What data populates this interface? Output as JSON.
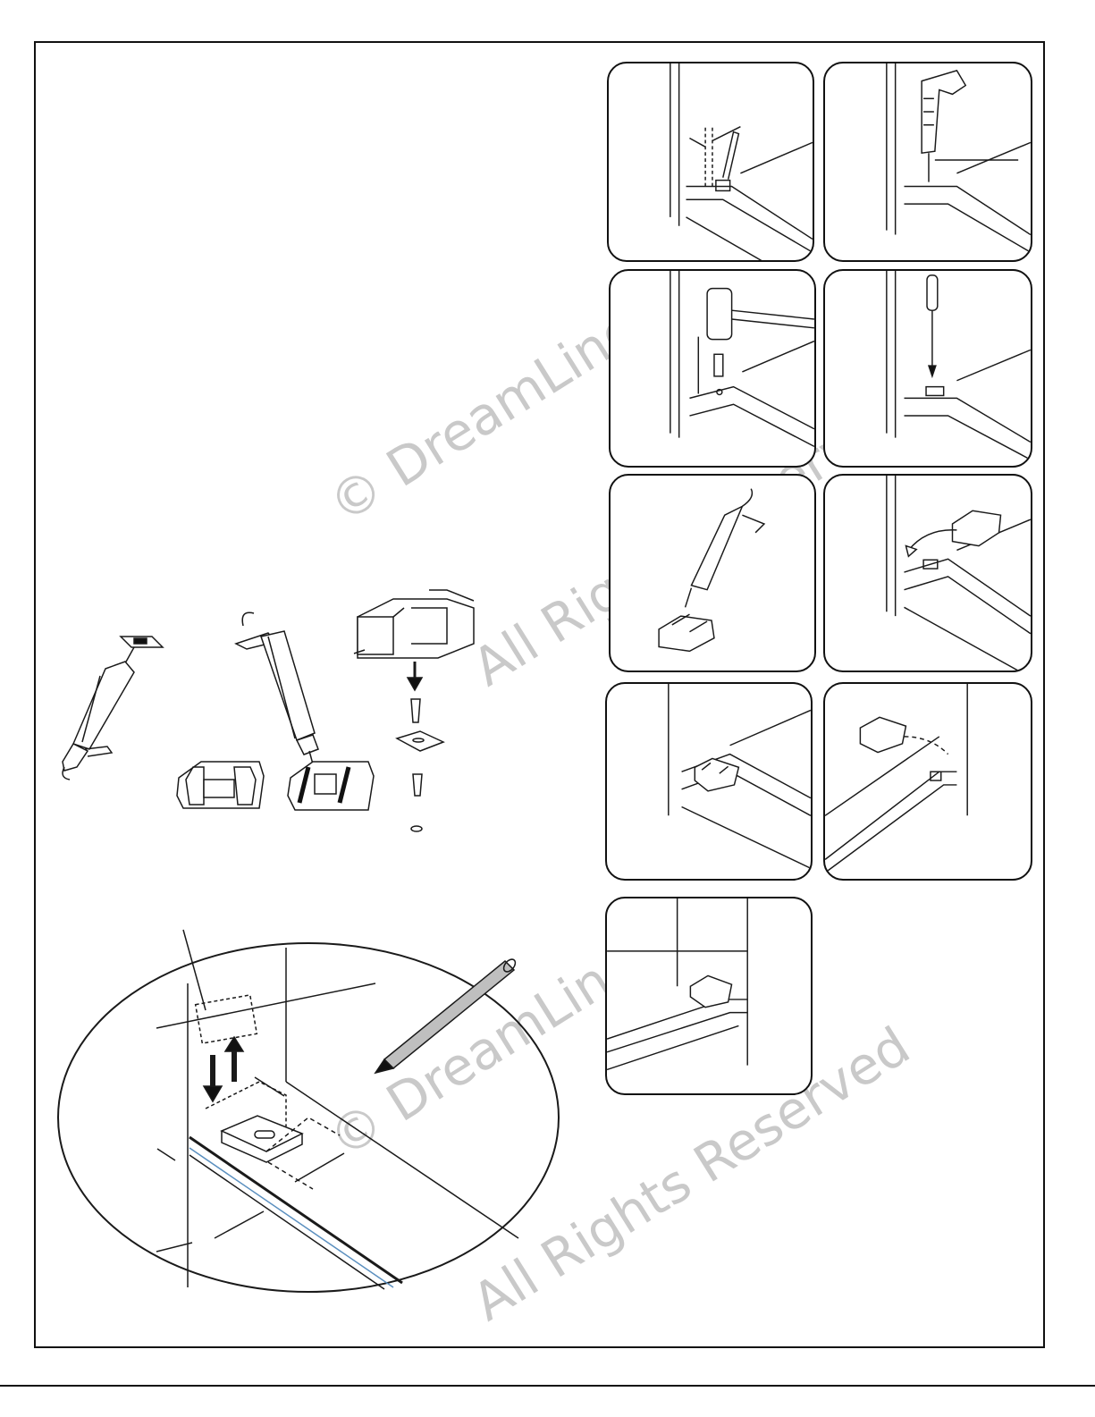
{
  "document": {
    "border_color": "#111111",
    "line_color": "#1a1a1a",
    "watermark_color": "#c9c9c9"
  },
  "watermarks": [
    {
      "line1": "© DreamLine",
      "line2": "All Rights Reserved"
    },
    {
      "line1": "© DreamLine",
      "line2": "All Rights Reserved"
    }
  ],
  "panels": [
    {
      "name": "step-measure-panel",
      "icon": "pencil-mark-icon"
    },
    {
      "name": "step-drill-panel",
      "icon": "drill-icon"
    },
    {
      "name": "step-hammer-anchor-panel",
      "icon": "hammer-icon"
    },
    {
      "name": "step-screwdriver-panel",
      "icon": "screwdriver-icon"
    },
    {
      "name": "step-caulk-bracket-panel",
      "icon": "caulk-gun-icon"
    },
    {
      "name": "step-rotate-bracket-panel",
      "icon": "bracket-icon"
    },
    {
      "name": "step-bracket-installed-panel",
      "icon": "bracket-icon"
    },
    {
      "name": "step-bracket-flip-panel",
      "icon": "bracket-icon"
    },
    {
      "name": "step-final-panel",
      "icon": "bracket-icon"
    }
  ]
}
